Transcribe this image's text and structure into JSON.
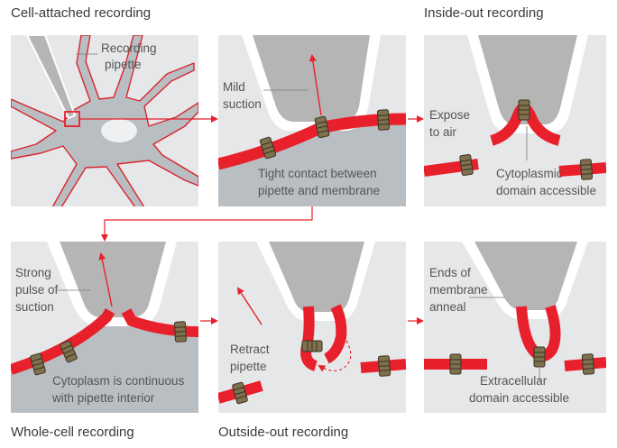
{
  "headings": {
    "cell_attached": "Cell-attached recording",
    "inside_out": "Inside-out recording",
    "whole_cell": "Whole-cell recording",
    "outside_out": "Outside-out recording"
  },
  "panel1": {
    "pipette_label": [
      "Recording",
      "pipette"
    ]
  },
  "panel2": {
    "suction_label": [
      "Mild",
      "suction"
    ],
    "contact_label": [
      "Tight contact between",
      "pipette and membrane"
    ]
  },
  "panel3": {
    "expose_label": [
      "Expose",
      "to air"
    ],
    "domain_label": [
      "Cytoplasmic",
      "domain accessible"
    ]
  },
  "panel4": {
    "pulse_label": [
      "Strong",
      "pulse of",
      "suction"
    ],
    "continuous_label": [
      "Cytoplasm is continuous",
      "with pipette interior"
    ]
  },
  "panel5": {
    "retract_label": [
      "Retract",
      "pipette"
    ]
  },
  "panel6": {
    "anneal_label": [
      "Ends of",
      "membrane",
      "anneal"
    ],
    "domain_label": [
      "Extracellular",
      "domain accessible"
    ]
  },
  "colors": {
    "membrane": "#e8202b",
    "membrane_dark": "#b3151e",
    "pipette_fill": "#b5b5b5",
    "pipette_wall": "#ffffff",
    "panel_bg": "#e6e7e9",
    "cell_fill": "#b9bec2",
    "channel": "#8a7b55",
    "arrow": "#e8202b"
  }
}
